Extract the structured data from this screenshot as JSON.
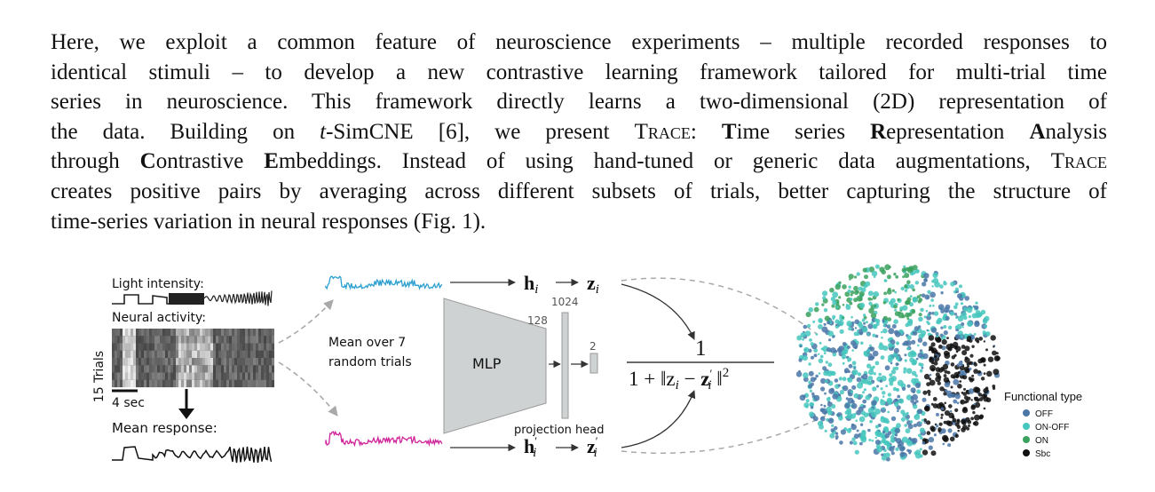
{
  "paragraph": {
    "l1": "Here, we exploit a common feature of neuroscience experiments – multiple recorded responses to",
    "l2": "identical stimuli – to develop a new contrastive learning framework tailored for multi-trial time",
    "l3": "series in neuroscience. This framework directly learns a two-dimensional (2D) representation of",
    "l4a": "the data. Building on ",
    "l4t": "t",
    "l4b": "-SimCNE [6], we present ",
    "l4trace": "Trace",
    "l4c": ": ",
    "l4T": "T",
    "l4d": "ime series ",
    "l4R": "R",
    "l4e": "epresentation ",
    "l4A": "A",
    "l4f": "nalysis",
    "l5a": "through ",
    "l5C": "C",
    "l5b": "ontrastive ",
    "l5E": "E",
    "l5c": "mbeddings. Instead of using hand-tuned or generic data augmentations, ",
    "l5trace": "Trace",
    "l6": "creates positive pairs by averaging across different subsets of trials, better capturing the structure of",
    "l7": "time-series variation in neural responses (Fig. 1)."
  },
  "figure": {
    "light_intensity": "Light intensity:",
    "neural_activity": "Neural activity:",
    "trials_label": "15 Trials",
    "scale_label": "4 sec",
    "mean_response": "Mean response:",
    "mean_over_1": "Mean over 7",
    "mean_over_2": "random trials",
    "mlp": "MLP",
    "dim_128": "128",
    "dim_1024": "1024",
    "dim_2": "2",
    "projection_head": "projection head",
    "h_i": "h",
    "h_i_sub": "i",
    "hp_i": "h",
    "hp_i_sub": "i",
    "z_i": "z",
    "z_i_sub": "i",
    "zp_i": "z",
    "zp_i_sub": "i",
    "formula_num": "1",
    "formula_den": "1 + ‖z",
    "legend_title": "Functional type",
    "legend": [
      {
        "label": "OFF",
        "color": "#4a77a8"
      },
      {
        "label": "ON-OFF",
        "color": "#45c7bd"
      },
      {
        "label": "ON",
        "color": "#3aa15e"
      },
      {
        "label": "Sbc",
        "color": "#111111"
      }
    ],
    "colors": {
      "blue_trace": "#2a9fd0",
      "magenta_trace": "#d0239a",
      "mlp_fill": "#cfd2d2",
      "arrow_gray": "#a9a9a9"
    }
  }
}
